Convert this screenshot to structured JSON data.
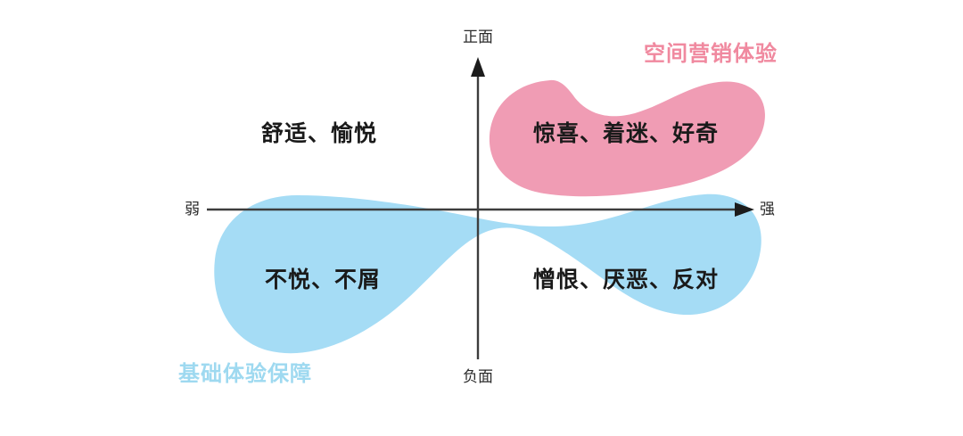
{
  "diagram": {
    "title_hidden": "",
    "axes": {
      "vertical": {
        "top_label": "正面",
        "bottom_label": "负面",
        "name": "emotion-valence-axis"
      },
      "horizontal": {
        "left_label": "弱",
        "right_label": "强",
        "name": "emotion-intensity-axis"
      },
      "line_color": "#3d3d3d"
    },
    "quadrants": [
      {
        "id": "upper-left",
        "label": "舒适、愉悦",
        "text_color": "#1a1a1a"
      },
      {
        "id": "upper-right",
        "label": "惊喜、着迷、好奇",
        "text_color": "#1a1a1a"
      },
      {
        "id": "lower-left",
        "label": "不悦、不屑",
        "text_color": "#1a1a1a"
      },
      {
        "id": "lower-right",
        "label": "憎恨、厌恶、反对",
        "text_color": "#1a1a1a"
      }
    ],
    "regions": [
      {
        "id": "pink-blob",
        "title": "空间营销体验",
        "fill": "#f09cb4",
        "title_color": "#f0899f"
      },
      {
        "id": "blue-blob",
        "title": "基础体验保障",
        "fill": "#a5dcf5",
        "title_color": "#9ed9f0"
      }
    ]
  },
  "chart_data": {
    "type": "scatter",
    "title": "",
    "xlabel": "弱 — 强",
    "ylabel": "正面 — 负面",
    "axis_labels": {
      "x_min": "弱",
      "x_max": "强",
      "y_max": "正面",
      "y_min": "负面"
    },
    "grid": false,
    "legend": [
      "空间营销体验",
      "基础体验保障"
    ],
    "annotations": [
      {
        "quadrant": "upper-left",
        "text": "舒适、愉悦",
        "region": null
      },
      {
        "quadrant": "upper-right",
        "text": "惊喜、着迷、好奇",
        "region": "空间营销体验"
      },
      {
        "quadrant": "lower-left",
        "text": "不悦、不屑",
        "region": "基础体验保障"
      },
      {
        "quadrant": "lower-right",
        "text": "憎恨、厌恶、反对",
        "region": "基础体验保障"
      }
    ]
  }
}
